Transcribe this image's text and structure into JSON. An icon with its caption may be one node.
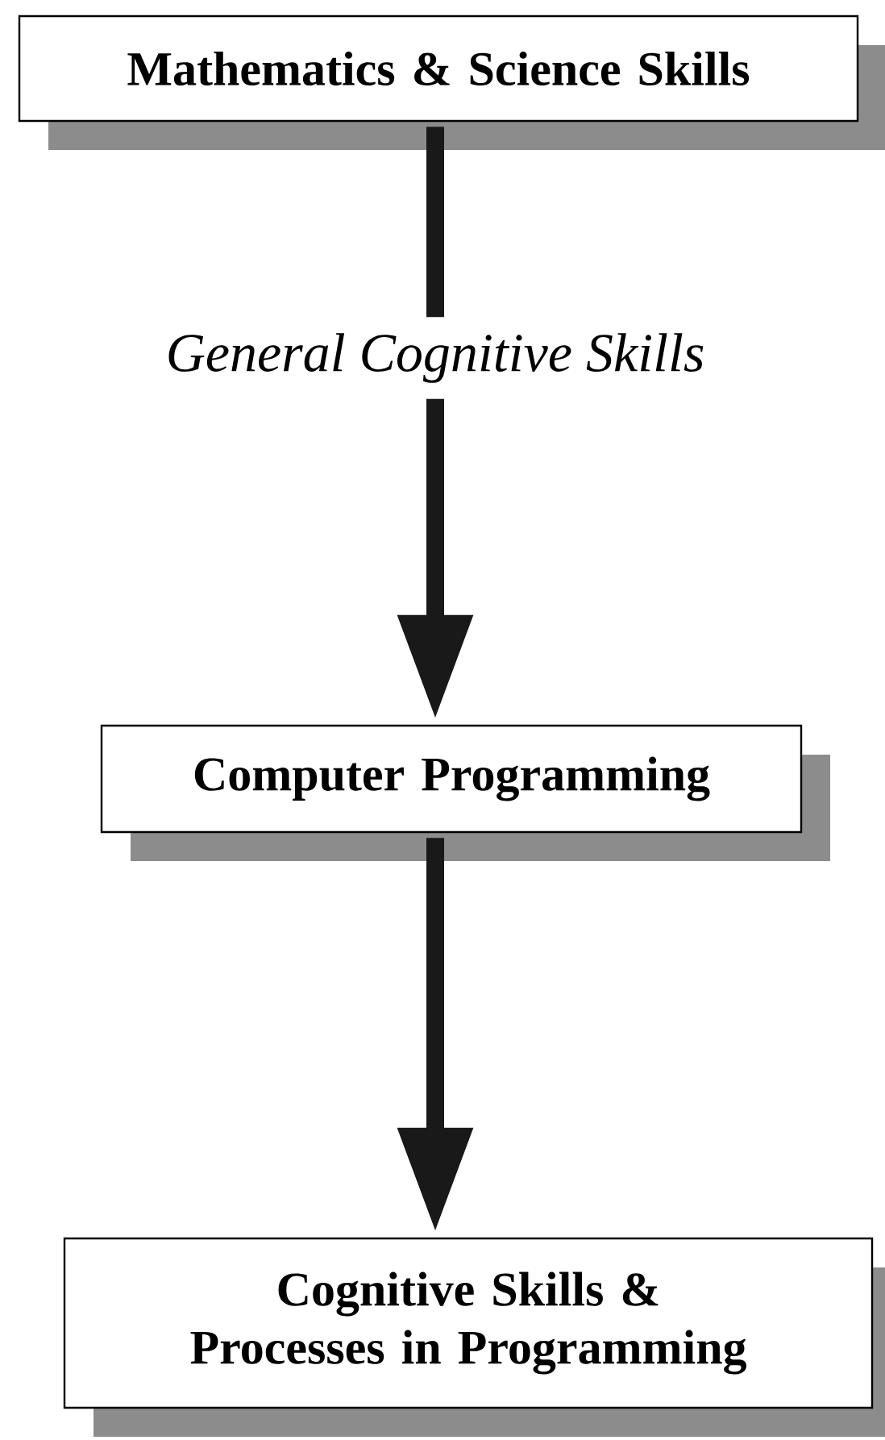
{
  "diagram": {
    "nodes": [
      {
        "text": [
          "Mathematics & Science Skills"
        ]
      },
      {
        "text": [
          "Computer Programming"
        ]
      },
      {
        "text": [
          "Cognitive Skills & Processes in Programming"
        ]
      }
    ],
    "edges": [
      {
        "from": 0,
        "to": 1,
        "arrow": "to",
        "label": "General Cognitive Skills"
      },
      {
        "from": 1,
        "to": 2,
        "arrow": "to"
      }
    ]
  }
}
